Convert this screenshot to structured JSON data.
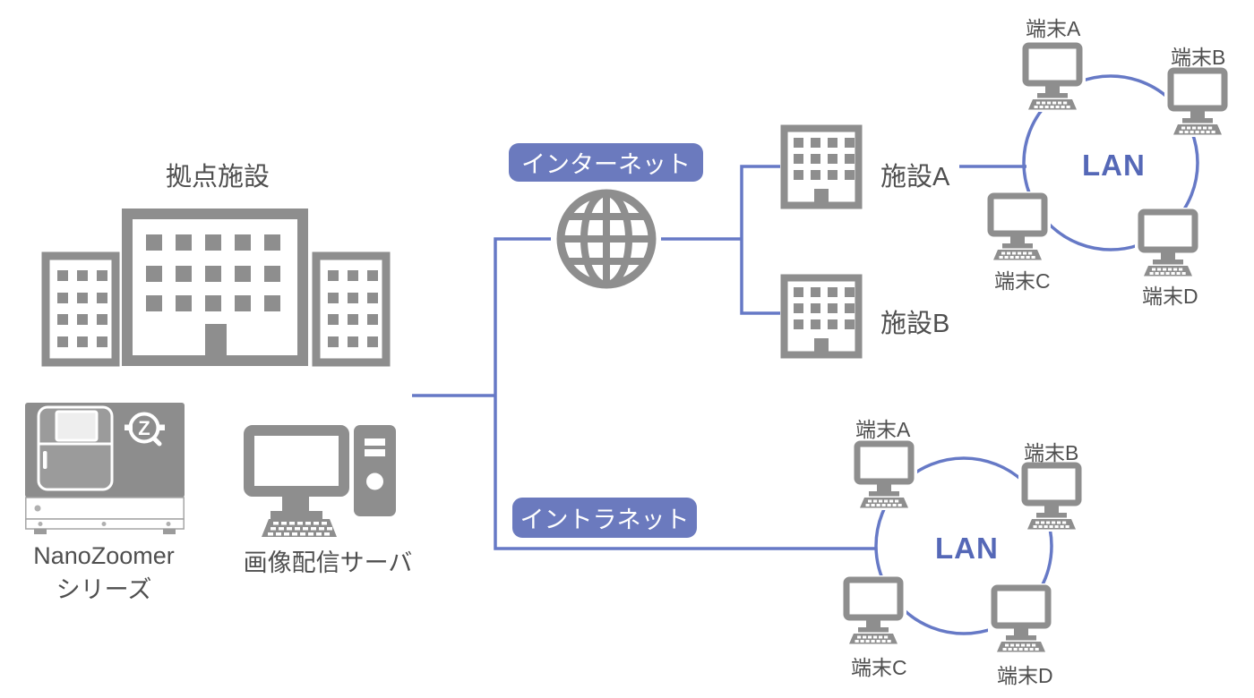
{
  "colors": {
    "icon_gray": "#8e8e8e",
    "device_gray": "#8d8d8d",
    "line_blue": "#6679c6",
    "badge_background": "#6b7abe",
    "badge_text": "#ffffff",
    "lan_text_blue": "#5568b7",
    "label_text": "#4f4f4f"
  },
  "icons": {
    "base_facility": "three-tower-building-icon",
    "scanner": "nanozoomer-device-icon",
    "image_server": "desktop-computer-with-tower-icon",
    "internet": "globe-icon",
    "facility": "office-building-icon",
    "terminal": "desktop-computer-icon"
  },
  "nodes": {
    "base_facility": {
      "label": "拠点施設"
    },
    "scanner": {
      "label_line1": "NanoZoomer",
      "label_line2": "シリーズ"
    },
    "image_server": {
      "label": "画像配信サーバ"
    },
    "internet": {
      "badge_label": "インターネット"
    },
    "intranet": {
      "badge_label": "イントラネット"
    },
    "facility_a": {
      "label": "施設A"
    },
    "facility_b": {
      "label": "施設B"
    },
    "lan_internet": {
      "label": "LAN",
      "terminals": [
        "端末A",
        "端末B",
        "端末C",
        "端末D"
      ]
    },
    "lan_intranet": {
      "label": "LAN",
      "terminals": [
        "端末A",
        "端末B",
        "端末C",
        "端末D"
      ]
    }
  }
}
